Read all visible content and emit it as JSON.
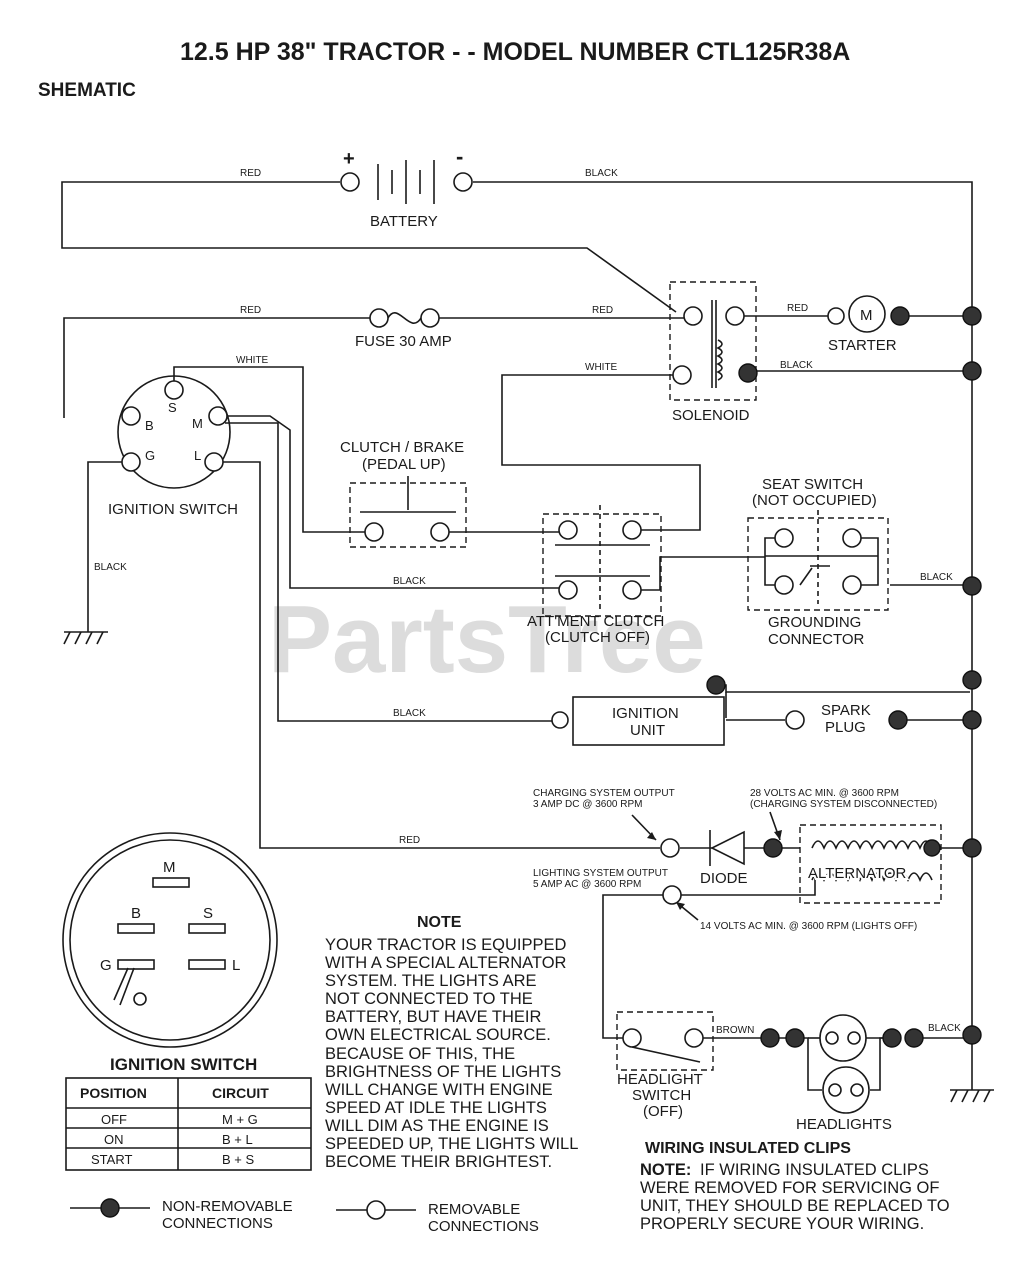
{
  "title": "12.5 HP 38\" TRACTOR - - MODEL NUMBER CTL125R38A",
  "subtitle": "SHEMATIC",
  "watermark": "PartsTree",
  "wires": {
    "red": "RED",
    "black": "BLACK",
    "white": "WHITE",
    "brown": "BROWN"
  },
  "components": {
    "battery": "BATTERY",
    "battery_plus": "+",
    "battery_minus": "-",
    "fuse": "FUSE 30 AMP",
    "starter": "STARTER",
    "starter_symbol": "M",
    "solenoid": "SOLENOID",
    "ignition_switch": "IGNITION SWITCH",
    "clutch_brake": [
      "CLUTCH / BRAKE",
      "(PEDAL UP)"
    ],
    "seat_switch": [
      "SEAT SWITCH",
      "(NOT OCCUPIED)"
    ],
    "attachment_clutch": [
      "ATT'MENT CLUTCH",
      "(CLUTCH OFF)"
    ],
    "grounding_connector": [
      "GROUNDING",
      "CONNECTOR"
    ],
    "ignition_unit": [
      "IGNITION",
      "UNIT"
    ],
    "spark_plug": [
      "SPARK",
      "PLUG"
    ],
    "diode": "DIODE",
    "alternator": "ALTERNATOR",
    "headlight_switch": [
      "HEADLIGHT",
      "SWITCH",
      "(OFF)"
    ],
    "headlights": "HEADLIGHTS"
  },
  "terminals": {
    "b": "B",
    "s": "S",
    "m": "M",
    "g": "G",
    "l": "L"
  },
  "annotations": {
    "charging_output": [
      "CHARGING SYSTEM OUTPUT",
      "3 AMP DC @ 3600 RPM"
    ],
    "volts_28": [
      "28 VOLTS AC MIN. @ 3600 RPM",
      "(CHARGING SYSTEM DISCONNECTED)"
    ],
    "lighting_output": [
      "LIGHTING SYSTEM OUTPUT",
      "5 AMP AC @ 3600 RPM"
    ],
    "volts_14": "14 VOLTS AC MIN. @ 3600 RPM (LIGHTS OFF)"
  },
  "ignition_table": {
    "title": "IGNITION SWITCH",
    "headers": [
      "POSITION",
      "CIRCUIT"
    ],
    "rows": [
      [
        "OFF",
        "M + G"
      ],
      [
        "ON",
        "B + L"
      ],
      [
        "START",
        "B + S"
      ]
    ]
  },
  "note": {
    "heading": "NOTE",
    "lines": [
      "YOUR TRACTOR IS EQUIPPED",
      "WITH A SPECIAL ALTERNATOR",
      "SYSTEM.  THE LIGHTS ARE",
      "NOT CONNECTED TO  THE",
      "BATTERY, BUT HAVE THEIR",
      "OWN ELECTRICAL SOURCE.",
      "BECAUSE OF THIS, THE",
      "BRIGHTNESS OF THE LIGHTS",
      "WILL CHANGE WITH ENGINE",
      "SPEED   AT IDLE THE LIGHTS",
      "WILL DIM  AS THE ENGINE IS",
      "SPEEDED UP, THE LIGHTS WILL",
      "BECOME THEIR BRIGHTEST."
    ]
  },
  "clips": {
    "heading": "WIRING INSULATED CLIPS",
    "note_label": "NOTE:",
    "lines": [
      "IF WIRING INSULATED CLIPS",
      "WERE REMOVED FOR SERVICING OF",
      "UNIT, THEY SHOULD BE REPLACED TO",
      "PROPERLY SECURE YOUR WIRING."
    ]
  },
  "legend": {
    "non_removable": [
      "NON-REMOVABLE",
      "CONNECTIONS"
    ],
    "removable": [
      "REMOVABLE",
      "CONNECTIONS"
    ]
  }
}
